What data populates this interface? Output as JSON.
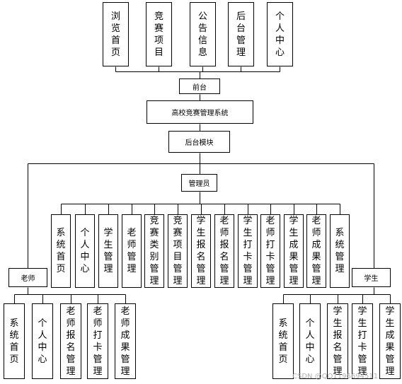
{
  "top_items": [
    "浏览首页",
    "竞赛项目",
    "公告信息",
    "后台管理",
    "个人中心"
  ],
  "front_label": "前台",
  "system_title": "高校竞赛管理系统",
  "backend_label": "后台模块",
  "admin_label": "管理员",
  "admin_items": [
    "系统首页",
    "个人中心",
    "学生管理",
    "老师管理",
    "竞赛类别管理",
    "竞赛项目管理",
    "学生报名管理",
    "老师报名管理",
    "学生打卡管理",
    "老师打卡管理",
    "学生成果管理",
    "老师成果管理",
    "系统管理"
  ],
  "teacher_label": "老师",
  "teacher_items": [
    "系统首页",
    "个人中心",
    "老师报名管理",
    "老师打卡管理",
    "老师成果管理"
  ],
  "student_label": "学生",
  "student_items": [
    "系统首页",
    "个人中心",
    "学生报名管理",
    "学生打卡管理",
    "学生成果管理"
  ],
  "watermark": "CSDN @QQ1196694511"
}
